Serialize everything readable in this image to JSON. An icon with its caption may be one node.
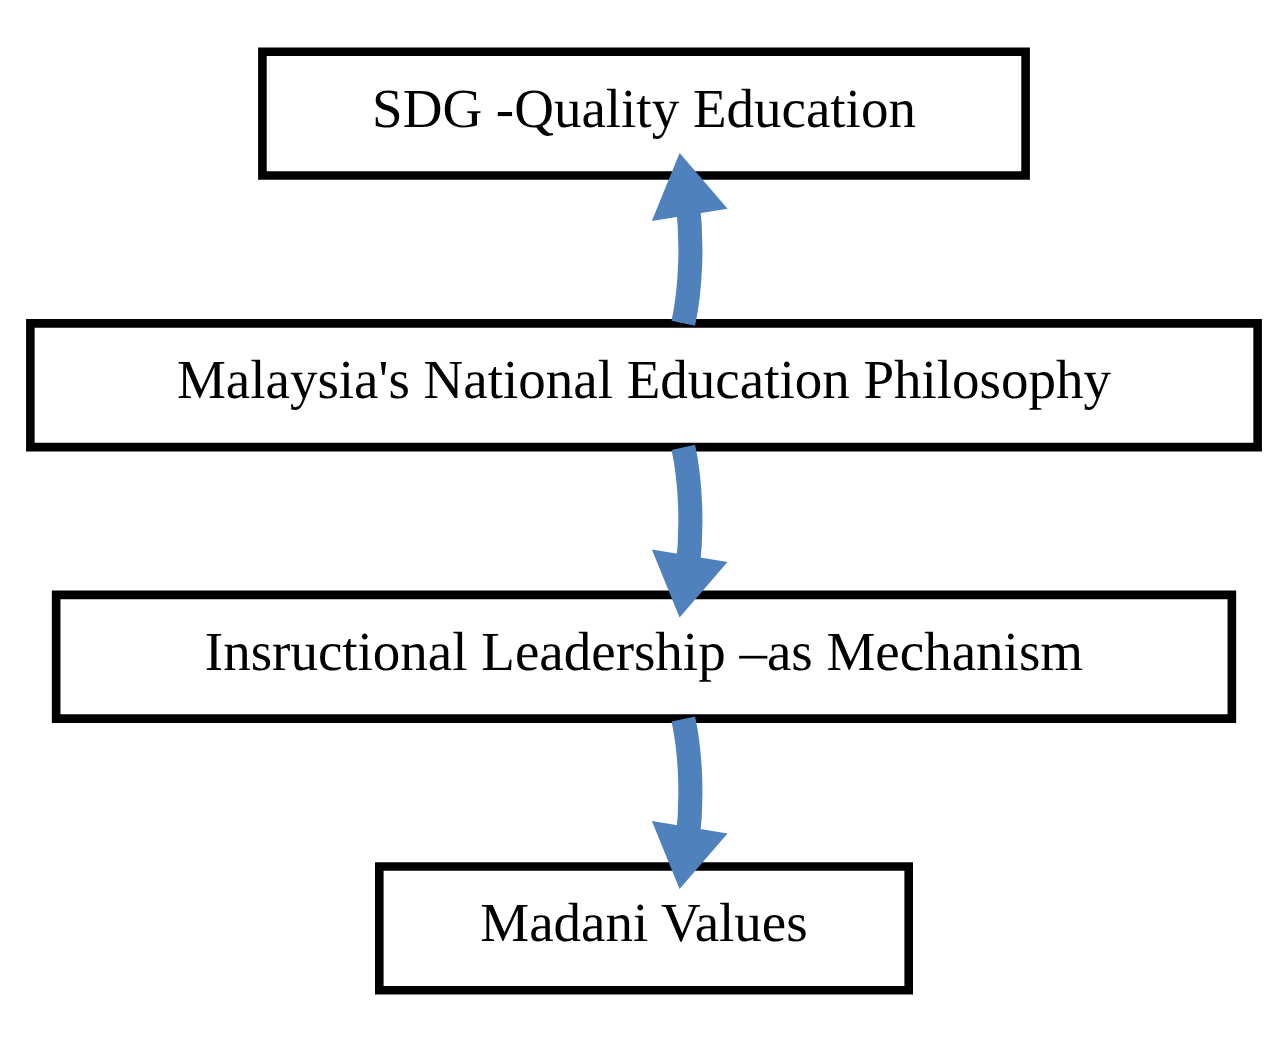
{
  "diagram": {
    "nodes": [
      {
        "text": [
          "SDG -Quality Education"
        ]
      },
      {
        "text": [
          "Malaysia's National Education Philosophy"
        ]
      },
      {
        "text": [
          "Insructional Leadership –as Mechanism"
        ]
      },
      {
        "text": [
          "Madani Values"
        ]
      }
    ],
    "edges": [
      {
        "from": 1,
        "to": 0,
        "arrow": "to"
      },
      {
        "from": 1,
        "to": 2,
        "arrow": "to"
      },
      {
        "from": 2,
        "to": 3,
        "arrow": "to"
      }
    ]
  }
}
